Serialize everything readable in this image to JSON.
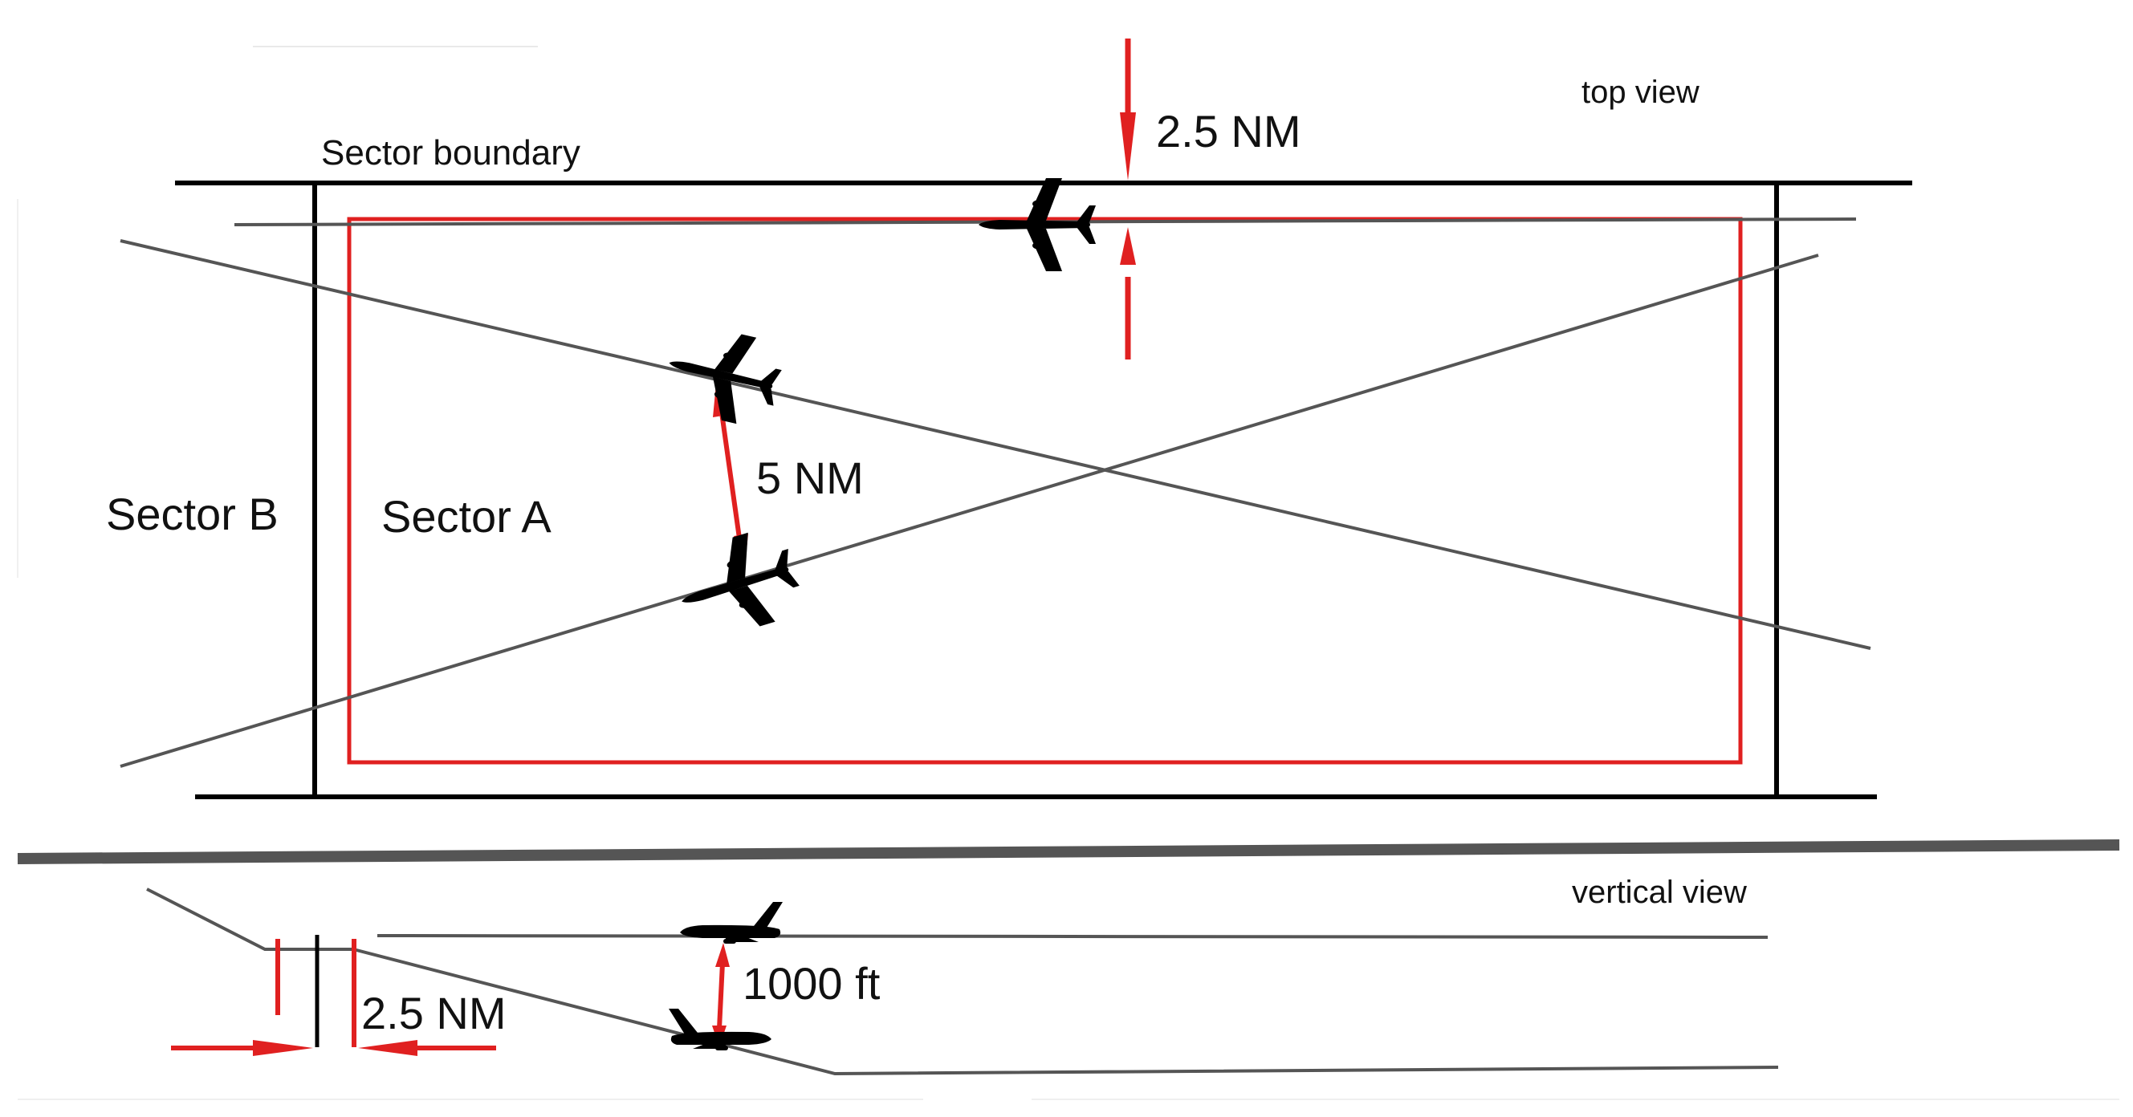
{
  "labels": {
    "top_view": "top view",
    "sector_boundary": "Sector boundary",
    "sector_a": "Sector A",
    "sector_b": "Sector B",
    "vertical_view": "vertical view",
    "lateral_buffer": "2.5 NM",
    "horizontal_separation": "5 NM",
    "vertical_separation": "1000 ft",
    "boundary_buffer_profile": "2.5 NM"
  },
  "colors": {
    "boundary": "#000000",
    "buffer": "#e02020",
    "track": "#555555",
    "separator": "#555555",
    "aircraft": "#000000"
  },
  "icons": {
    "aircraft_top": "airplane-top-icon",
    "aircraft_side": "airplane-side-icon"
  }
}
